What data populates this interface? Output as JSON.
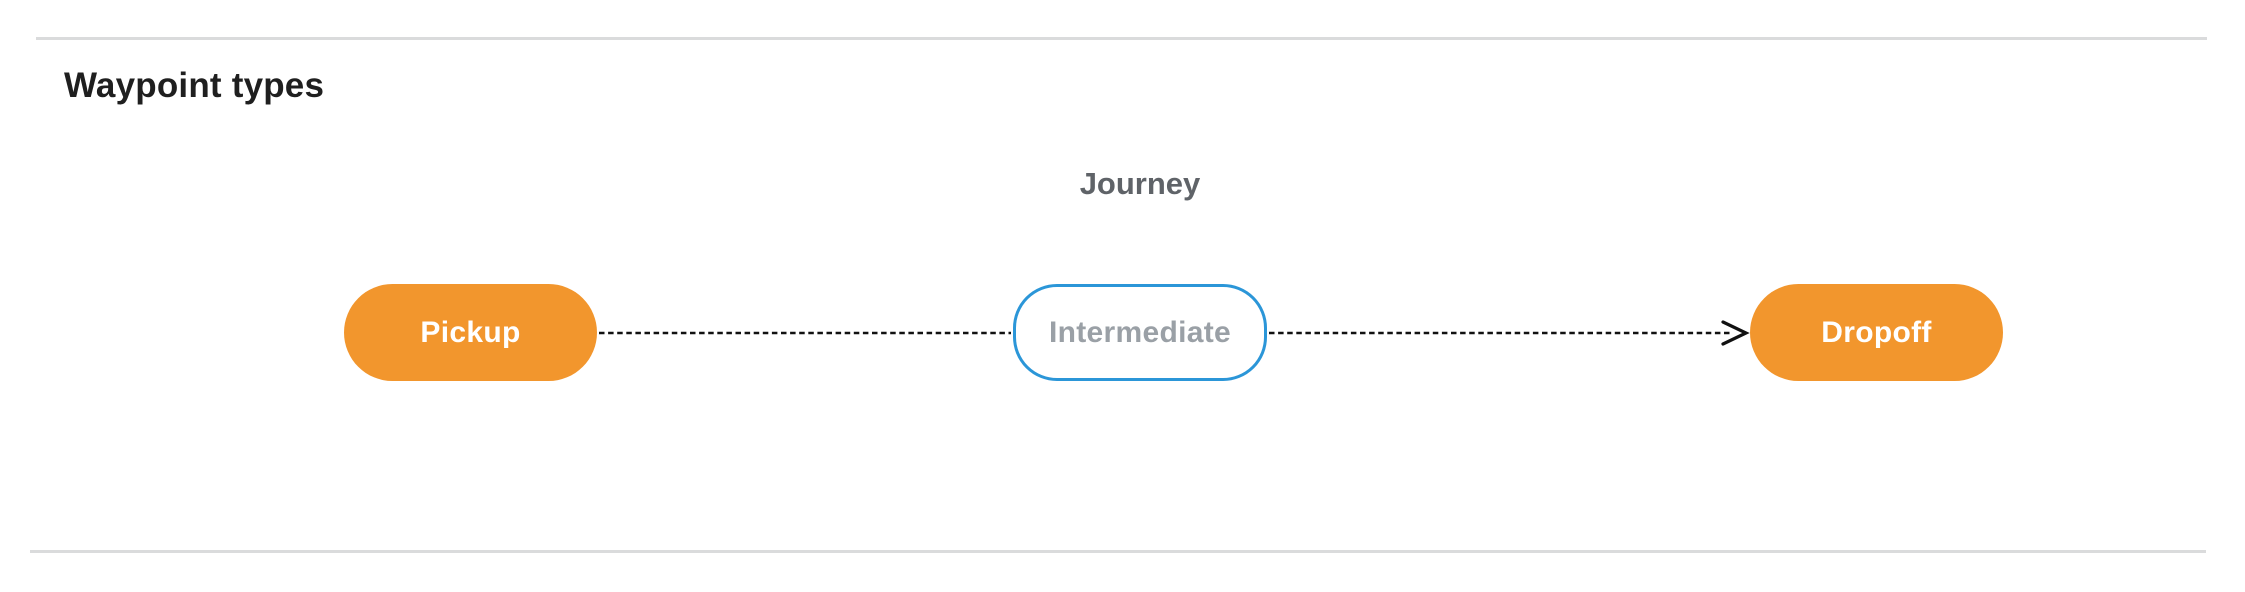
{
  "page": {
    "title": "Waypoint types"
  },
  "diagram": {
    "group_label": "Journey",
    "nodes": [
      {
        "id": "pickup",
        "label": "Pickup",
        "style": "filled-orange"
      },
      {
        "id": "intermediate",
        "label": "Intermediate",
        "style": "outlined-blue"
      },
      {
        "id": "dropoff",
        "label": "Dropoff",
        "style": "filled-orange"
      }
    ],
    "connectors": [
      {
        "from": "Pickup",
        "to": "Intermediate",
        "style": "dashed",
        "arrowhead": false
      },
      {
        "from": "Intermediate",
        "to": "Dropoff",
        "style": "dashed",
        "arrowhead": true
      }
    ],
    "colors": {
      "node_fill_orange": "#f2962d",
      "node_outline_blue": "#2b96d8",
      "node_text_white": "#ffffff",
      "node_text_gray": "#9aa0a6",
      "journey_label_gray": "#5f6368",
      "title_black": "#1f1f1f",
      "connector_black": "#111111",
      "divider_gray": "#dadbdc"
    }
  }
}
